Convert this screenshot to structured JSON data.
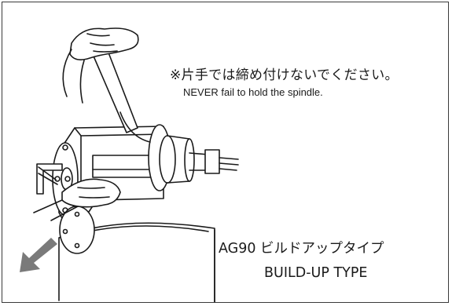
{
  "caution": {
    "jp": "※片手では締め付けないでください。",
    "en": "NEVER fail to hold the spindle."
  },
  "model": {
    "title": "AG90 ビルドアップタイプ",
    "subtitle": "BUILD-UP TYPE"
  },
  "illustration": {
    "subject": "two hands tightening a spindle with a wrench",
    "arrow_color": "#7a7a7a",
    "line_color": "#1a1a1a"
  }
}
